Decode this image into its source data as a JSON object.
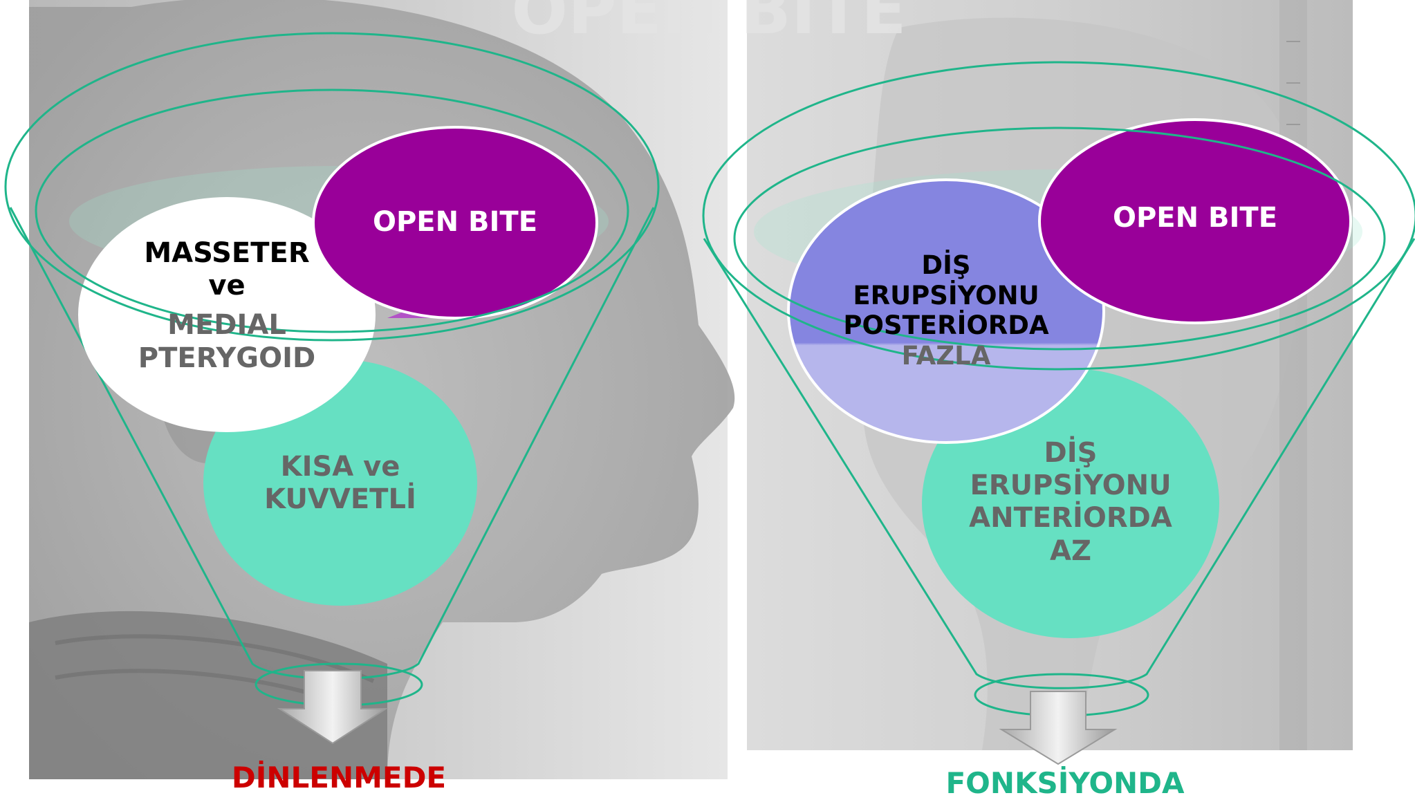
{
  "colors": {
    "funnel_stroke": "#1fb58a",
    "purple": "#990099",
    "teal": "#66e0c2",
    "lavender_top": "#8585e0",
    "lavender_bottom": "#b8b8ee",
    "white": "#ffffff",
    "dark_text": "#000000",
    "gray_text": "#666666",
    "white_text": "#ffffff",
    "red_caption": "#cc0000",
    "green_caption": "#1fb58a"
  },
  "left": {
    "watermark": "OPEN BITE",
    "purple_label": "OPEN BITE",
    "white_label_dark": [
      "MASSETER",
      "ve"
    ],
    "white_label_gray": [
      "MEDIAL",
      "PTERYGOID"
    ],
    "teal_label": [
      "KISA ve",
      "KUVVETLİ"
    ],
    "caption": "DİNLENMEDE"
  },
  "right": {
    "purple_label": "OPEN BITE",
    "lavender_label": [
      "DİŞ",
      "ERUPSİYONU",
      "POSTERİORDA",
      "FAZLA"
    ],
    "teal_label": [
      "DİŞ",
      "ERUPSİYONU",
      "ANTERİORDA",
      "AZ"
    ],
    "caption": "FONKSİYONDA"
  }
}
